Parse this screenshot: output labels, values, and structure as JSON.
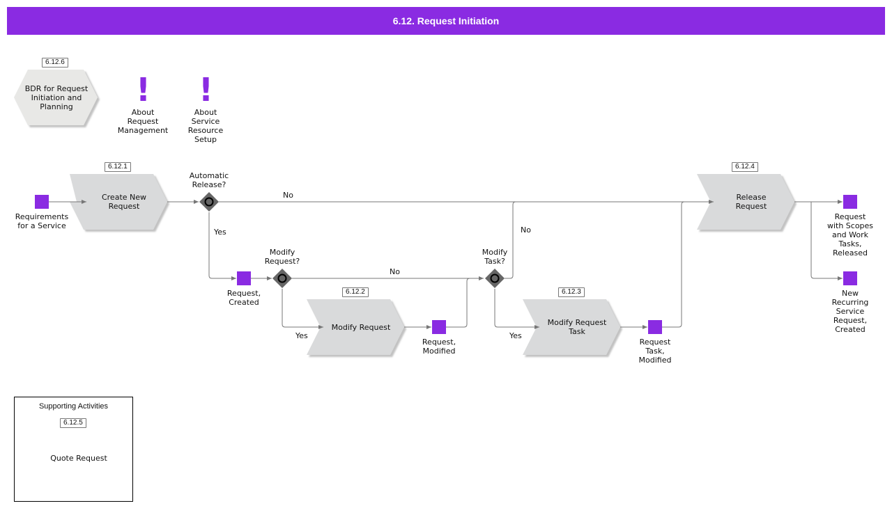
{
  "header": {
    "title": "6.12. Request Initiation"
  },
  "colors": {
    "accent": "#8a2be2",
    "process_fill": "#d9dadb",
    "bdr_fill": "#e8e8e6",
    "gateway": "#666666"
  },
  "top_items": {
    "bdr": {
      "ref": "6.12.6",
      "label": "BDR for Request\nInitiation and\nPlanning"
    },
    "about_request_mgmt": {
      "label": "About\nRequest\nManagement",
      "icon": "exclamation-icon"
    },
    "about_service_resource": {
      "label": "About\nService\nResource\nSetup",
      "icon": "exclamation-icon"
    }
  },
  "processes": {
    "create_new_request": {
      "ref": "6.12.1",
      "label": "Create New\nRequest"
    },
    "modify_request": {
      "ref": "6.12.2",
      "label": "Modify Request"
    },
    "modify_request_task": {
      "ref": "6.12.3",
      "label": "Modify Request\nTask"
    },
    "release_request": {
      "ref": "6.12.4",
      "label": "Release\nRequest"
    },
    "quote_request": {
      "ref": "6.12.5",
      "label": "Quote Request"
    }
  },
  "events": {
    "requirements": "Requirements\nfor a Service",
    "request_created": "Request,\nCreated",
    "request_modified": "Request,\nModified",
    "request_task_modified": "Request\nTask,\nModified",
    "request_released": "Request\nwith Scopes\nand Work\nTasks,\nReleased",
    "recurring_created": "New\nRecurring\nService\nRequest,\nCreated"
  },
  "gateways": {
    "automatic_release": "Automatic\nRelease?",
    "modify_request": "Modify\nRequest?",
    "modify_task": "Modify\nTask?"
  },
  "edge_labels": {
    "auto_no": "No",
    "auto_yes": "Yes",
    "modreq_no": "No",
    "modreq_yes": "Yes",
    "modtask_no": "No",
    "modtask_yes": "Yes"
  },
  "supporting": {
    "title": "Supporting Activities"
  }
}
